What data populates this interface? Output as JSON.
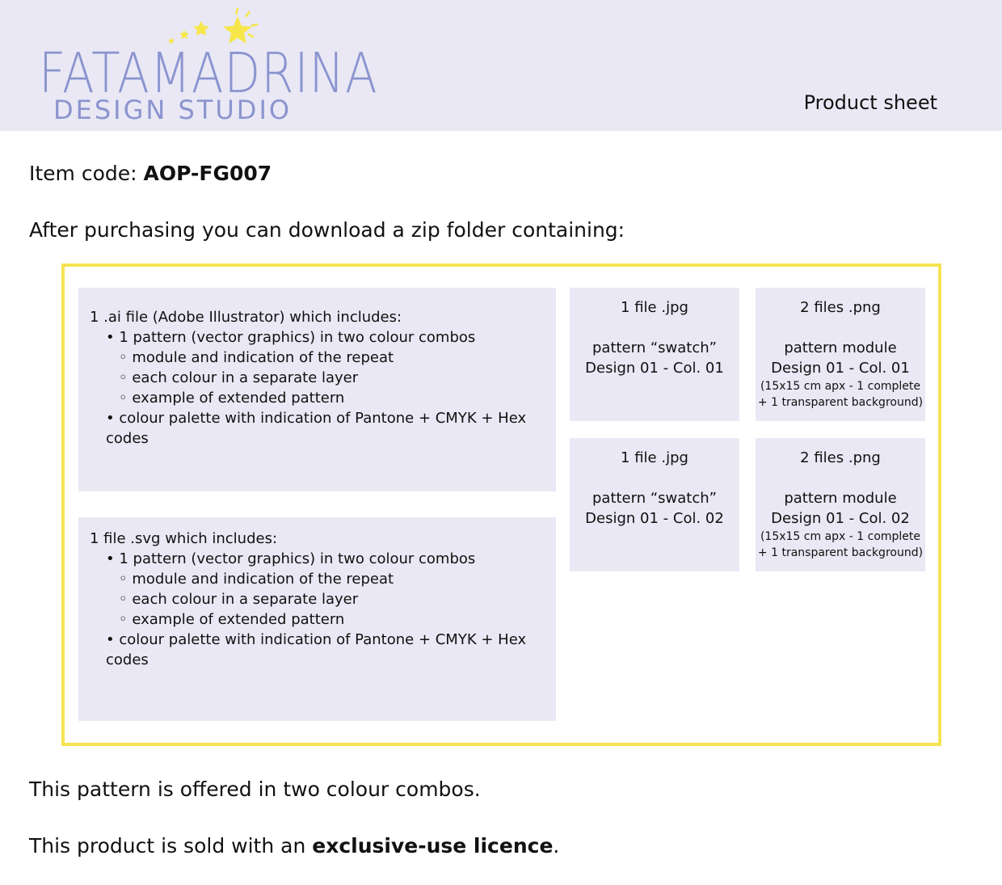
{
  "brand": {
    "name": "FATAMADRINA",
    "subtitle": "DESIGN STUDIO",
    "colors": {
      "logo": "#8b94cf",
      "star": "#f7e64a",
      "header_bg": "#e9e8f4",
      "frame": "#f5e452"
    }
  },
  "header": {
    "sheet_label": "Product sheet"
  },
  "item": {
    "label": "Item code: ",
    "code": "AOP-FG007"
  },
  "intro": "After purchasing you can download a zip folder containing:",
  "ai_file": {
    "head": "1 .ai file (Adobe Illustrator) which includes:",
    "bullets": [
      "• 1 pattern (vector graphics) in two colour combos",
      "◦ module and indication of the repeat",
      "◦ each colour in a separate layer",
      "◦ example of extended pattern",
      "• colour palette with indication of Pantone + CMYK + Hex codes"
    ]
  },
  "svg_file": {
    "head": "1 file .svg which includes:",
    "bullets": [
      "• 1 pattern (vector graphics) in two colour combos",
      "◦ module and indication of the repeat",
      "◦ each colour in a separate layer",
      "◦ example of extended pattern",
      "• colour palette with indication of Pantone + CMYK + Hex codes"
    ]
  },
  "jpg_1": {
    "title": "1 file .jpg",
    "line1": "pattern “swatch”",
    "line2": "Design 01 - Col. 01"
  },
  "png_1": {
    "title": "2 files .png",
    "line1": "pattern module",
    "line2": "Design 01 - Col. 01",
    "note1": "(15x15 cm apx - 1 complete",
    "note2": "+ 1 transparent background)"
  },
  "jpg_2": {
    "title": "1 file .jpg",
    "line1": "pattern “swatch”",
    "line2": "Design 01 - Col. 02"
  },
  "png_2": {
    "title": "2 files .png",
    "line1": "pattern module",
    "line2": "Design 01 - Col. 02",
    "note1": "(15x15 cm apx - 1 complete",
    "note2": "+ 1 transparent background)"
  },
  "footer": {
    "combos": "This pattern is offered in two colour combos.",
    "licence_pre": "This product is sold with an ",
    "licence_bold": "exclusive-use licence",
    "licence_post": "."
  }
}
